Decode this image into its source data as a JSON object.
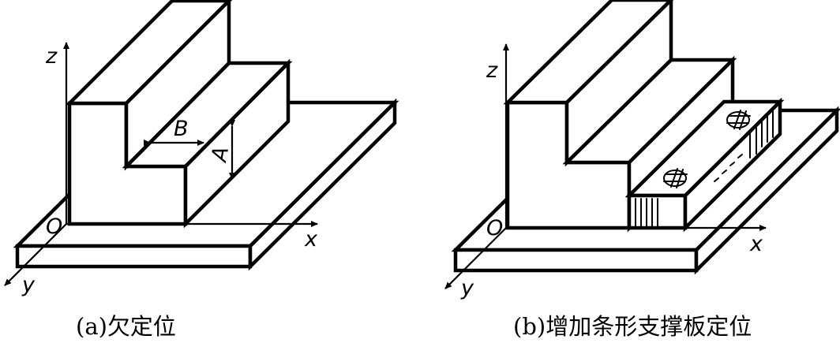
{
  "figures": [
    {
      "caption": "(a)欠定位",
      "labels": {
        "z": "z",
        "x": "x",
        "y": "y",
        "origin": "O",
        "dim_b": "B",
        "dim_a": "A"
      }
    },
    {
      "caption": "(b)增加条形支撑板定位",
      "labels": {
        "z": "z",
        "x": "x",
        "y": "y",
        "origin": "O"
      }
    }
  ]
}
